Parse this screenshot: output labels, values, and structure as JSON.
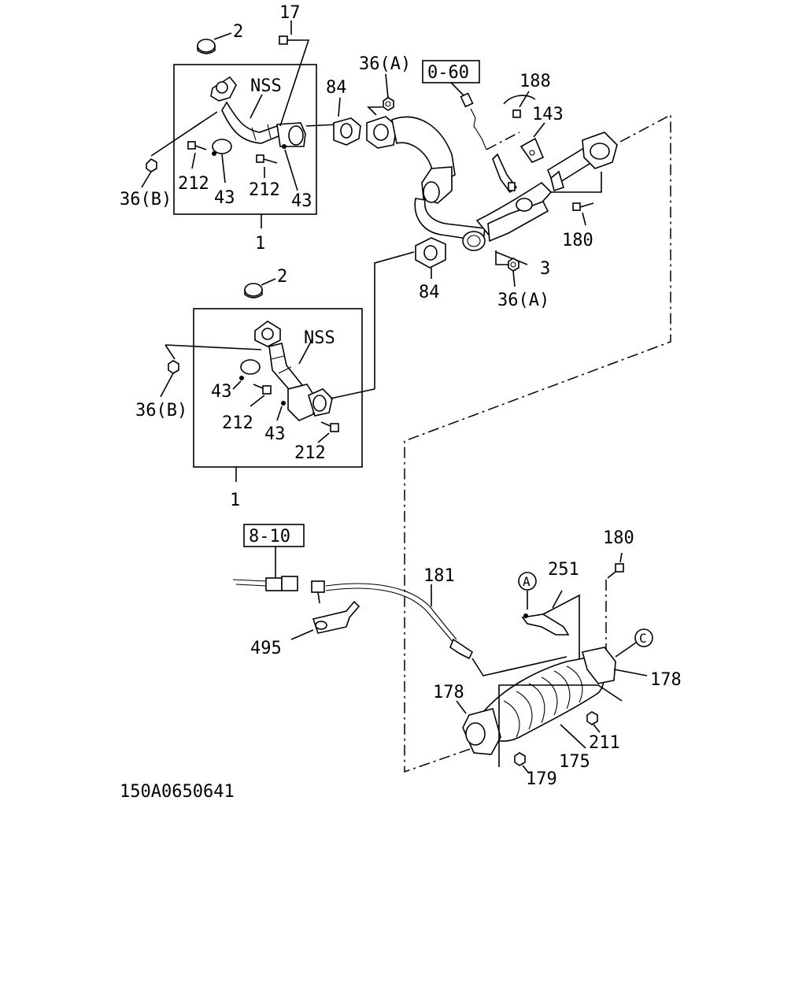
{
  "diagram_id": "150A0650641",
  "reference_boxes": [
    "0-60",
    "8-10"
  ],
  "assembly_labels": [
    "NSS",
    "NSS"
  ],
  "part_numbers": {
    "p17": "17",
    "p2_top": "2",
    "p2_mid": "2",
    "p36a_top": "36(A)",
    "p36a_bot": "36(A)",
    "p36b_top": "36(B)",
    "p36b_mid": "36(B)",
    "p84_top": "84",
    "p84_bot": "84",
    "p188": "188",
    "p143": "143",
    "p180_top": "180",
    "p180_bot": "180",
    "p3": "3",
    "p212_a": "212",
    "p212_b": "212",
    "p212_c": "212",
    "p212_d": "212",
    "p43_a": "43",
    "p43_b": "43",
    "p43_c": "43",
    "p43_d": "43",
    "p1_top": "1",
    "p1_mid": "1",
    "p181": "181",
    "p251": "251",
    "p495": "495",
    "p178_left": "178",
    "p178_right": "178",
    "p211": "211",
    "p175": "175",
    "p179": "179"
  },
  "callouts": {
    "a": "A",
    "c": "C"
  }
}
